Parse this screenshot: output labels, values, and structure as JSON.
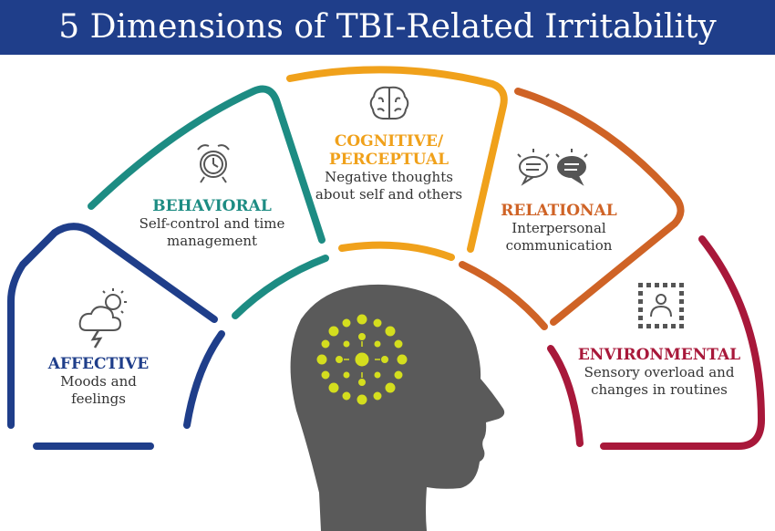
{
  "title": "5 Dimensions of TBI-Related Irritability",
  "dimensions": {
    "affective": {
      "name": "AFFECTIVE",
      "description": "Moods and feelings",
      "color": "#1f3e8a",
      "icon": "storm-cloud-sun-icon"
    },
    "behavioral": {
      "name": "BEHAVIORAL",
      "description": "Self-control and time management",
      "color": "#1d8c83",
      "icon": "alarm-clock-icon"
    },
    "cognitive": {
      "name": "COGNITIVE/ PERCEPTUAL",
      "description": "Negative thoughts about self and others",
      "color": "#f0a11b",
      "icon": "brain-icon"
    },
    "relational": {
      "name": "RELATIONAL",
      "description": "Interpersonal communication",
      "color": "#cf6326",
      "icon": "speech-bubbles-icon"
    },
    "environmental": {
      "name": "ENVIRONMENTAL",
      "description": "Sensory overload and changes in routines",
      "color": "#a8183a",
      "icon": "person-in-frame-icon"
    }
  },
  "head": {
    "color": "#5a5a5a",
    "burst_color": "#d4de1e"
  }
}
